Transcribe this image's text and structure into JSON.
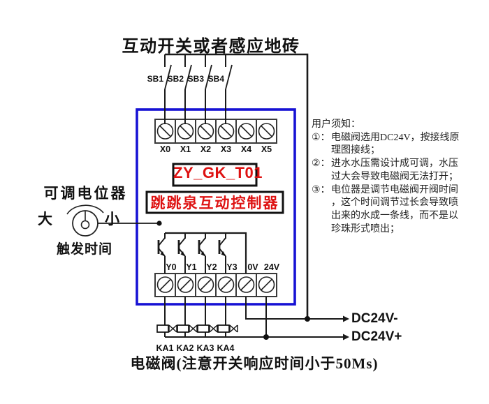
{
  "title": "互动开关或者感应地砖",
  "caption": "电磁阀(注意开关响应时间小于50Ms)",
  "switches": {
    "labels": [
      "SB1",
      "SB2",
      "SB3",
      "SB4"
    ]
  },
  "controller": {
    "model": "ZY_GK_T01",
    "name": "跳跳泉互动控制器",
    "input_terminals": [
      "X0",
      "X1",
      "X2",
      "X3",
      "X4",
      "X5"
    ],
    "output_terminals": [
      "Y0",
      "Y1",
      "Y2",
      "Y3",
      "0V",
      "24V"
    ]
  },
  "potentiometer": {
    "title": "可调电位器",
    "max_label": "大",
    "min_label": "小",
    "caption": "触发时间"
  },
  "relays": {
    "labels": [
      "KA1",
      "KA2",
      "KA3",
      "KA4"
    ]
  },
  "power": {
    "negative": "DC24V-",
    "positive": "DC24V+"
  },
  "notes": {
    "heading": "用户须知：",
    "items": [
      {
        "marker": "①：",
        "line1": "电磁阀选用DC24V，按接线原",
        "line2": "理图接线；"
      },
      {
        "marker": "②：",
        "line1": "进水水压需设计成可调，水压",
        "line2": "过大会导致电磁阀无法打开；"
      },
      {
        "marker": "③：",
        "line1": "电位器是调节电磁阀开阀时间",
        "line2": "，这个时间调节过长会导致喷",
        "line3": "出来的水成一条线，而不是以",
        "line4": "珍珠形式喷出；"
      }
    ]
  },
  "colors": {
    "controller_border": "#1712d4",
    "label_red": "#de1212",
    "wire": "#1a1a1a"
  }
}
